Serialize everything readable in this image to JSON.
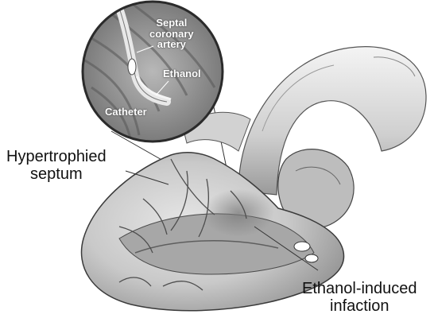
{
  "labels": {
    "septal_artery_line1": "Septal",
    "septal_artery_line2": "coronary",
    "septal_artery_line3": "artery",
    "ethanol": "Ethanol",
    "catheter": "Catheter",
    "hypertrophied_line1": "Hypertrophied",
    "hypertrophied_line2": "septum",
    "infarction_line1": "Ethanol-induced",
    "infarction_line2": "infaction"
  }
}
